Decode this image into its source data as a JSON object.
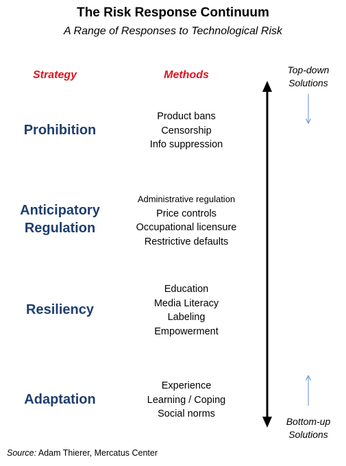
{
  "title": "The Risk Response Continuum",
  "subtitle": "A Range of Responses to Technological Risk",
  "headers": {
    "strategy": "Strategy",
    "methods": "Methods"
  },
  "colors": {
    "header_red": "#e0141e",
    "strategy_blue": "#1f3e6e",
    "arrow_black": "#000000",
    "small_arrow_blue": "#5b8fd0"
  },
  "top_label": [
    "Top-down",
    "Solutions"
  ],
  "bottom_label": [
    "Bottom-up",
    "Solutions"
  ],
  "rows": [
    {
      "strategy": [
        "Prohibition"
      ],
      "methods": [
        "Product bans",
        "Censorship",
        "Info suppression"
      ]
    },
    {
      "strategy": [
        "Anticipatory",
        "Regulation"
      ],
      "methods": [
        "Administrative regulation",
        "Price controls",
        "Occupational licensure",
        "Restrictive defaults"
      ]
    },
    {
      "strategy": [
        "Resiliency"
      ],
      "methods": [
        "Education",
        "Media Literacy",
        "Labeling",
        "Empowerment"
      ]
    },
    {
      "strategy": [
        "Adaptation"
      ],
      "methods": [
        "Experience",
        "Learning / Coping",
        "Social norms"
      ]
    }
  ],
  "source": {
    "label": "Source:",
    "text": " Adam Thierer, Mercatus Center"
  }
}
